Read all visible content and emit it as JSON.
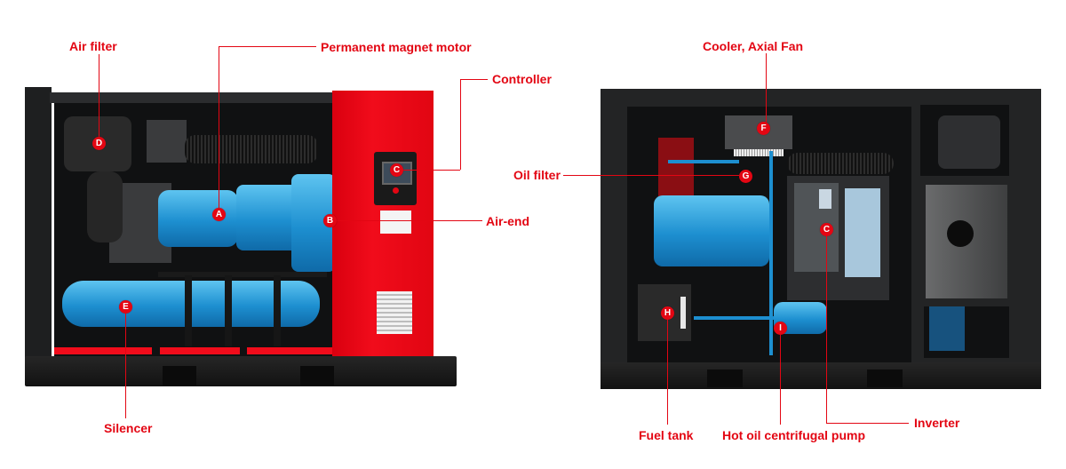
{
  "diagram": {
    "left_machine": {
      "labels": [
        {
          "id": "air-filter",
          "text": "Air filter",
          "marker": "D"
        },
        {
          "id": "permanent-magnet-motor",
          "text": "Permanent magnet motor",
          "marker": "A"
        },
        {
          "id": "controller",
          "text": "Controller",
          "marker": "C"
        },
        {
          "id": "air-end",
          "text": "Air-end",
          "marker": "B"
        },
        {
          "id": "silencer",
          "text": "Silencer",
          "marker": "E"
        }
      ]
    },
    "right_machine": {
      "labels": [
        {
          "id": "cooler-axial-fan",
          "text": "Cooler, Axial Fan",
          "marker": "F"
        },
        {
          "id": "oil-filter",
          "text": "Oil filter",
          "marker": "G"
        },
        {
          "id": "inverter",
          "text": "Inverter",
          "marker": "C"
        },
        {
          "id": "fuel-tank",
          "text": "Fuel tank",
          "marker": "H"
        },
        {
          "id": "hot-oil-centrifugal-pump",
          "text": "Hot oil centrifugal pump",
          "marker": "I"
        }
      ]
    },
    "colors": {
      "accent_red": "#e30613",
      "machine_blue": "#1d8fd0",
      "cabinet_red": "#f10c1b",
      "frame_black": "#1e1f20"
    }
  }
}
